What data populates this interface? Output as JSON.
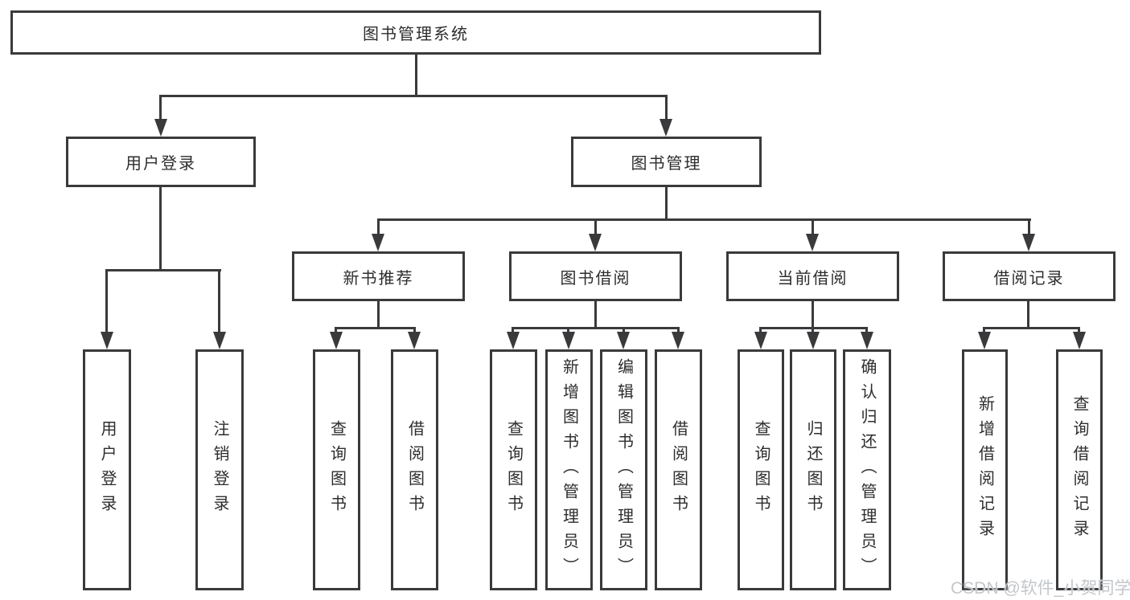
{
  "diagram": {
    "type": "tree",
    "colors": {
      "line": "#3a3a3c",
      "box_border": "#3a3a3c",
      "text": "#2d2d2f",
      "background": "#ffffff",
      "watermark": "#c3c7cb"
    },
    "nodes": {
      "root": {
        "label": "图书管理系统"
      },
      "user_login": {
        "label": "用户登录"
      },
      "book_mgmt": {
        "label": "图书管理"
      },
      "new_book_rec": {
        "label": "新书推荐"
      },
      "book_borrow": {
        "label": "图书借阅"
      },
      "current_borrow": {
        "label": "当前借阅"
      },
      "borrow_records": {
        "label": "借阅记录"
      },
      "leaf_user_login": {
        "label": "用户登录"
      },
      "leaf_logout": {
        "label": "注销登录"
      },
      "leaf_rec_query": {
        "label": "查询图书"
      },
      "leaf_rec_borrow": {
        "label": "借阅图书"
      },
      "leaf_bb_query": {
        "label": "查询图书"
      },
      "leaf_bb_add": {
        "label": "新增图书（管理员）"
      },
      "leaf_bb_edit": {
        "label": "编辑图书（管理员）"
      },
      "leaf_bb_borrow": {
        "label": "借阅图书"
      },
      "leaf_cb_query": {
        "label": "查询图书"
      },
      "leaf_cb_return": {
        "label": "归还图书"
      },
      "leaf_cb_confirm": {
        "label": "确认归还（管理员）"
      },
      "leaf_br_add": {
        "label": "新增借阅记录"
      },
      "leaf_br_query": {
        "label": "查询借阅记录"
      }
    },
    "hierarchy": {
      "图书管理系统": {
        "用户登录": [
          "用户登录",
          "注销登录"
        ],
        "图书管理": {
          "新书推荐": [
            "查询图书",
            "借阅图书"
          ],
          "图书借阅": [
            "查询图书",
            "新增图书（管理员）",
            "编辑图书（管理员）",
            "借阅图书"
          ],
          "当前借阅": [
            "查询图书",
            "归还图书",
            "确认归还（管理员）"
          ],
          "借阅记录": [
            "新增借阅记录",
            "查询借阅记录"
          ]
        }
      }
    },
    "watermark": {
      "text": "CSDN @软件_小贺同学"
    }
  }
}
